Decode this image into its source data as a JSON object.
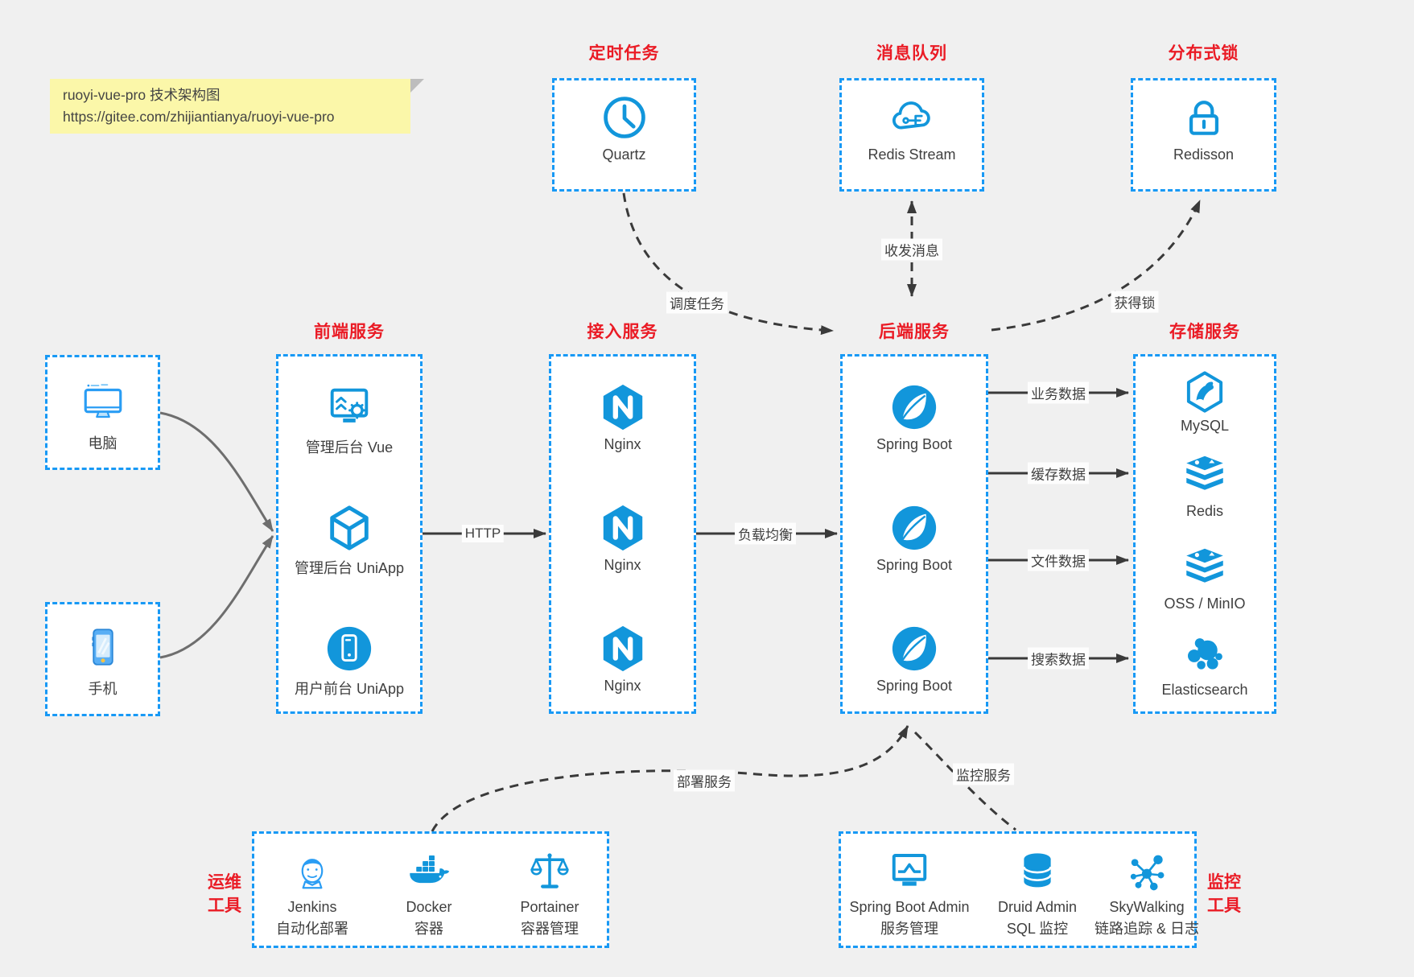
{
  "note": {
    "line1": "ruoyi-vue-pro 技术架构图",
    "line2": "https://gitee.com/zhijiantianya/ruoyi-vue-pro"
  },
  "top_groups": [
    {
      "title": "定时任务",
      "item": {
        "label": "Quartz",
        "icon": "clock-icon"
      }
    },
    {
      "title": "消息队列",
      "item": {
        "label": "Redis Stream",
        "icon": "cloud-message-icon"
      }
    },
    {
      "title": "分布式锁",
      "item": {
        "label": "Redisson",
        "icon": "lock-icon"
      }
    }
  ],
  "clients": [
    {
      "label": "电脑",
      "icon": "desktop-icon"
    },
    {
      "label": "手机",
      "icon": "smartphone-icon"
    }
  ],
  "columns": [
    {
      "title": "前端服务",
      "items": [
        {
          "label": "管理后台 Vue",
          "icon": "admin-vue-icon"
        },
        {
          "label": "管理后台 UniApp",
          "icon": "uniapp-cube-icon"
        },
        {
          "label": "用户前台 UniApp",
          "icon": "user-app-icon"
        }
      ]
    },
    {
      "title": "接入服务",
      "items": [
        {
          "label": "Nginx",
          "icon": "nginx-icon"
        },
        {
          "label": "Nginx",
          "icon": "nginx-icon"
        },
        {
          "label": "Nginx",
          "icon": "nginx-icon"
        }
      ]
    },
    {
      "title": "后端服务",
      "items": [
        {
          "label": "Spring Boot",
          "icon": "spring-icon"
        },
        {
          "label": "Spring Boot",
          "icon": "spring-icon"
        },
        {
          "label": "Spring Boot",
          "icon": "spring-icon"
        }
      ]
    },
    {
      "title": "存储服务",
      "items": [
        {
          "label": "MySQL",
          "icon": "mysql-icon"
        },
        {
          "label": "Redis",
          "icon": "redis-stack-icon"
        },
        {
          "label": "OSS / MinIO",
          "icon": "storage-stack-icon"
        },
        {
          "label": "Elasticsearch",
          "icon": "elasticsearch-icon"
        }
      ]
    }
  ],
  "bottom_groups": [
    {
      "title_line1": "运维",
      "title_line2": "工具",
      "items": [
        {
          "label": "Jenkins",
          "sublabel": "自动化部署",
          "icon": "jenkins-icon"
        },
        {
          "label": "Docker",
          "sublabel": "容器",
          "icon": "docker-icon"
        },
        {
          "label": "Portainer",
          "sublabel": "容器管理",
          "icon": "portainer-icon"
        }
      ]
    },
    {
      "title_line1": "监控",
      "title_line2": "工具",
      "items": [
        {
          "label": "Spring Boot Admin",
          "sublabel": "服务管理",
          "icon": "spring-boot-admin-icon"
        },
        {
          "label": "Druid Admin",
          "sublabel": "SQL 监控",
          "icon": "druid-icon"
        },
        {
          "label": "SkyWalking",
          "sublabel": "链路追踪 & 日志",
          "icon": "skywalking-icon"
        }
      ]
    }
  ],
  "edge_labels": {
    "http": "HTTP",
    "load_balance": "负载均衡",
    "schedule": "调度任务",
    "message": "收发消息",
    "lock": "获得锁",
    "business": "业务数据",
    "cache": "缓存数据",
    "file": "文件数据",
    "search": "搜索数据",
    "deploy": "部署服务",
    "monitor": "监控服务"
  },
  "colors": {
    "blue": "#1899f5",
    "icon_blue": "#1296db",
    "red": "#ea1b25",
    "bg": "#f0f0f0",
    "note": "#fbf7a9",
    "line": "#3a3a3a"
  }
}
